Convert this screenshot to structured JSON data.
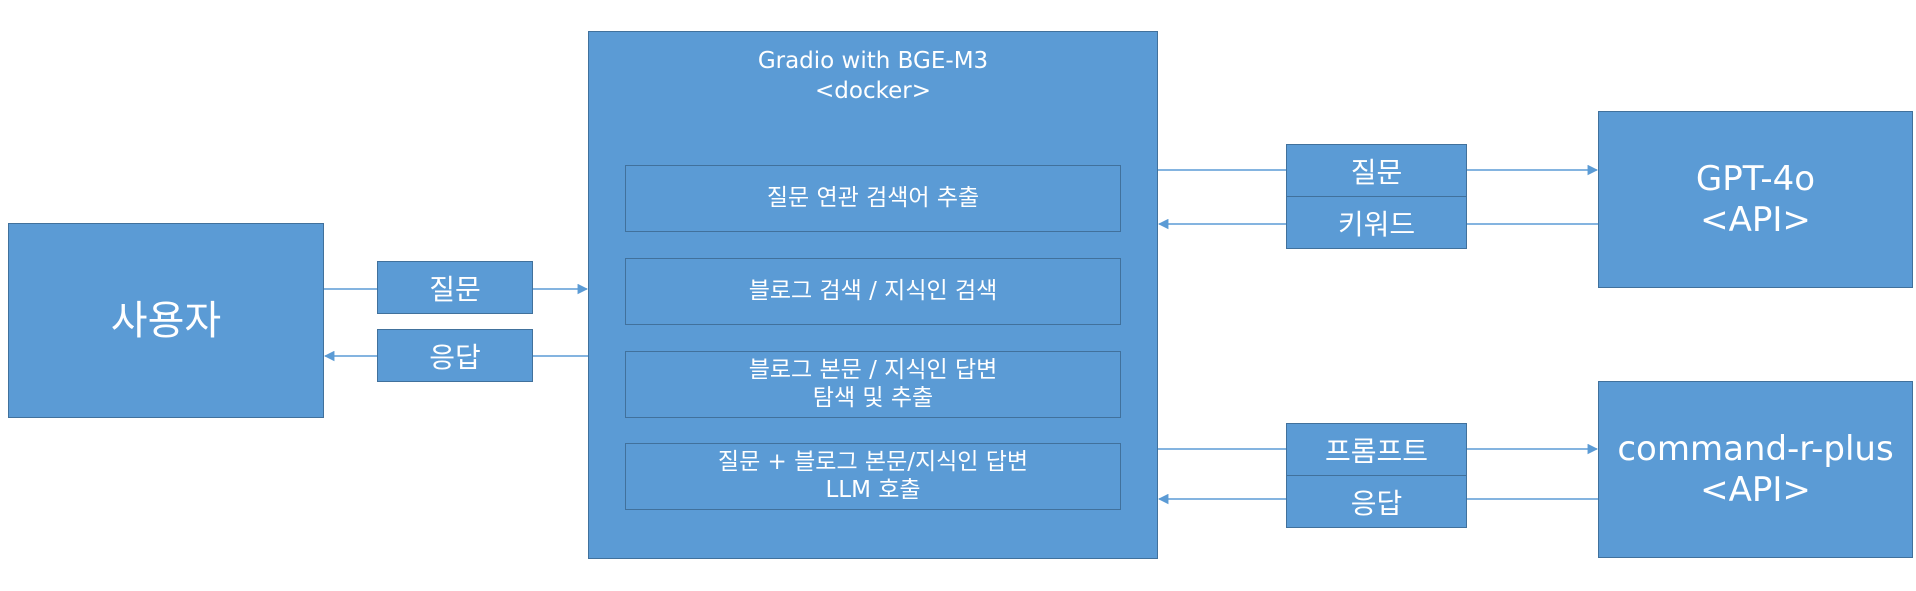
{
  "user": {
    "label": "사용자"
  },
  "user_links": {
    "question": "질문",
    "response": "응답"
  },
  "gradio": {
    "title": "Gradio with BGE-M3\n<docker>",
    "steps": [
      "질문 연관 검색어 추출",
      "블로그 검색 / 지식인 검색",
      "블로그 본문 / 지식인 답변\n탐색 및 추출",
      "질문 + 블로그 본문/지식인 답변\nLLM 호출"
    ]
  },
  "gpt_links": {
    "question": "질문",
    "keyword": "키워드"
  },
  "gpt": {
    "label": "GPT-4o\n<API>"
  },
  "cmd_links": {
    "prompt": "프롬프트",
    "response": "응답"
  },
  "cmd": {
    "label": "command-r-plus\n<API>"
  },
  "colors": {
    "fill": "#5b9bd5",
    "border": "#41719c",
    "text": "#ffffff"
  }
}
